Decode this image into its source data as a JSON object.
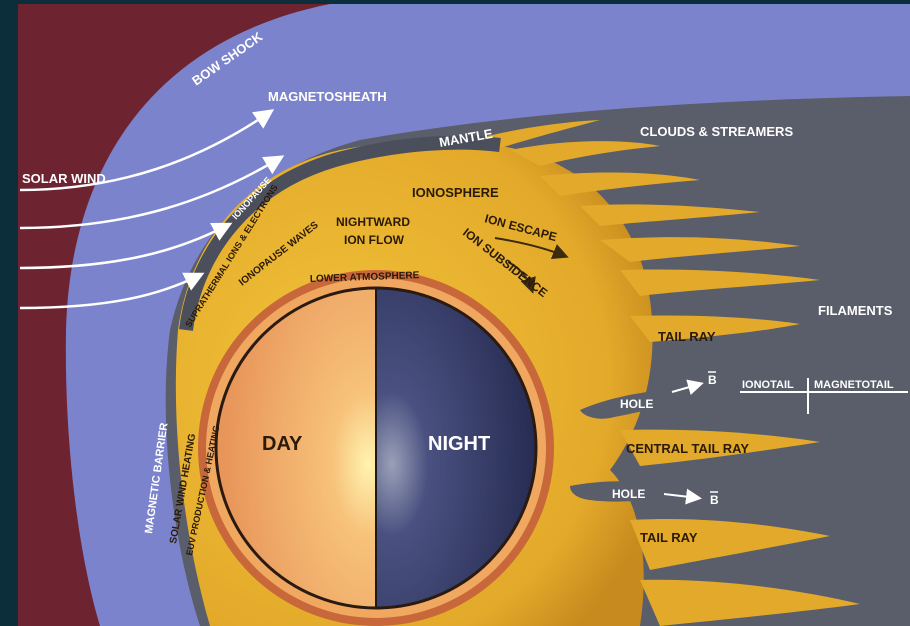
{
  "diagram": {
    "labels": {
      "bow_shock": "BOW SHOCK",
      "magnetosheath": "MAGNETOSHEATH",
      "solar_wind": "SOLAR WIND",
      "mantle": "MANTLE",
      "clouds_streamers": "CLOUDS & STREAMERS",
      "ionosphere": "IONOSPHERE",
      "nightward_1": "NIGHTWARD",
      "nightward_2": "ION FLOW",
      "ion_escape": "ION ESCAPE",
      "ion_subsidence": "ION SUBSIDENCE",
      "ionopause": "IONOPAUSE",
      "ionopause_waves": "IONOPAUSE WAVES",
      "suprathermal": "SUPRATHERMAL IONS & ELECTRONS",
      "lower_atmosphere": "LOWER ATMOSPHERE",
      "filaments": "FILAMENTS",
      "tail_ray_top": "TAIL RAY",
      "hole_top": "HOLE",
      "b_field_top": "B",
      "ionotail": "IONOTAIL",
      "magnetotail": "MAGNETOTAIL",
      "central_tail_ray": "CENTRAL TAIL RAY",
      "hole_bottom": "HOLE",
      "b_field_bottom": "B",
      "tail_ray_bottom": "TAIL RAY",
      "day": "DAY",
      "night": "NIGHT",
      "magnetic_barrier": "MAGNETIC BARRIER",
      "solar_wind_heating": "SOLAR WIND HEATING",
      "euv": "EUV PRODUCTION & HEATING"
    },
    "colors": {
      "background": "#0b2e3a",
      "bow_shock_region": "#6e2330",
      "magnetosheath": "#7b83cc",
      "tail_region": "#5a5d6a",
      "ionosphere": "#e8b52a",
      "ionosphere_dark": "#a7761a",
      "day": "#f3b06a",
      "night": "#3b4270",
      "atmosphere_ring": "#c8683a"
    }
  }
}
